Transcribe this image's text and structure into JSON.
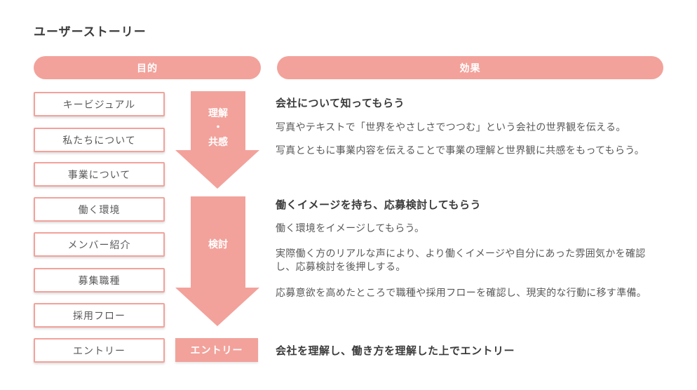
{
  "page": {
    "title": "ユーザーストーリー"
  },
  "colors": {
    "accent": "#F2A29B",
    "heading_text": "#3b3b3b",
    "body_text": "#595959"
  },
  "purpose": {
    "header": "目的",
    "items": [
      "キービジュアル",
      "私たちについて",
      "事業について",
      "働く環境",
      "メンバー紹介",
      "募集職種",
      "採用フロー",
      "エントリー"
    ]
  },
  "flow": {
    "stage1_label": "理解\n・\n共感",
    "stage2_label": "検討",
    "stage3_label": "エントリー"
  },
  "effect": {
    "header": "効果",
    "sections": [
      {
        "heading": "会社について知ってもらう",
        "paragraphs": [
          "写真やテキストで「世界をやさしさでつつむ」という会社の世界観を伝える。",
          "写真とともに事業内容を伝えることで事業の理解と世界観に共感をもってもらう。"
        ]
      },
      {
        "heading": "働くイメージを持ち、応募検討してもらう",
        "paragraphs": [
          "働く環境をイメージしてもらう。",
          "実際働く方のリアルな声により、より働くイメージや自分にあった雰囲気かを確認\nし、応募検討を後押しする。",
          "応募意欲を高めたところで職種や採用フローを確認し、現実的な行動に移す準備。"
        ]
      },
      {
        "heading": "会社を理解し、働き方を理解した上でエントリー",
        "paragraphs": []
      }
    ]
  }
}
